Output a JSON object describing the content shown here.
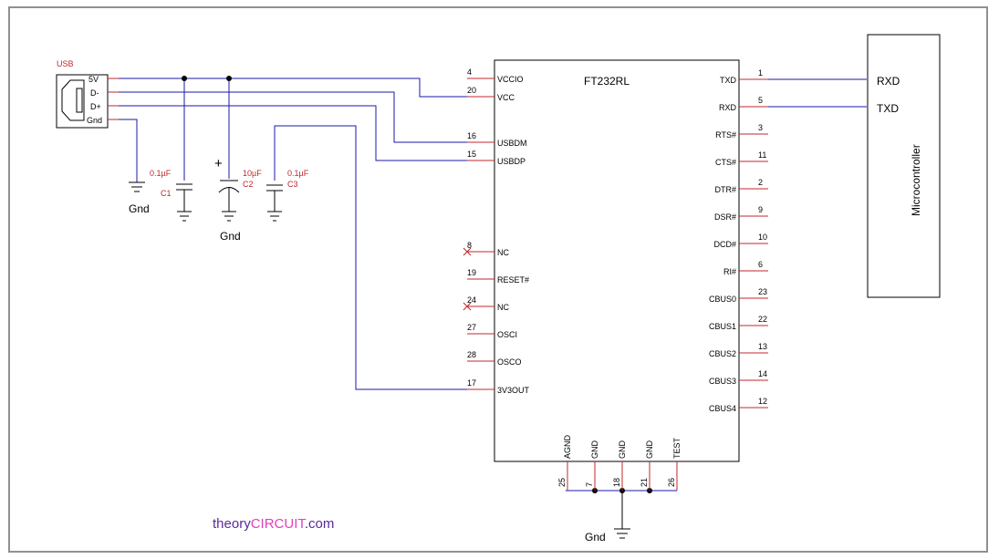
{
  "usb": {
    "title": "USB",
    "pins": [
      "5V",
      "D-",
      "D+",
      "Gnd"
    ]
  },
  "chip": {
    "name": "FT232RL",
    "left_pins": [
      {
        "num": "4",
        "name": "VCCIO"
      },
      {
        "num": "20",
        "name": "VCC"
      },
      {
        "num": "16",
        "name": "USBDM"
      },
      {
        "num": "15",
        "name": "USBDP"
      },
      {
        "num": "8",
        "name": "NC"
      },
      {
        "num": "19",
        "name": "RESET#"
      },
      {
        "num": "24",
        "name": "NC"
      },
      {
        "num": "27",
        "name": "OSCI"
      },
      {
        "num": "28",
        "name": "OSCO"
      },
      {
        "num": "17",
        "name": "3V3OUT"
      }
    ],
    "right_pins": [
      {
        "num": "1",
        "name": "TXD"
      },
      {
        "num": "5",
        "name": "RXD"
      },
      {
        "num": "3",
        "name": "RTS#"
      },
      {
        "num": "11",
        "name": "CTS#"
      },
      {
        "num": "2",
        "name": "DTR#"
      },
      {
        "num": "9",
        "name": "DSR#"
      },
      {
        "num": "10",
        "name": "DCD#"
      },
      {
        "num": "6",
        "name": "RI#"
      },
      {
        "num": "23",
        "name": "CBUS0"
      },
      {
        "num": "22",
        "name": "CBUS1"
      },
      {
        "num": "13",
        "name": "CBUS2"
      },
      {
        "num": "14",
        "name": "CBUS3"
      },
      {
        "num": "12",
        "name": "CBUS4"
      }
    ],
    "bottom_pins": [
      {
        "num": "25",
        "name": "AGND"
      },
      {
        "num": "7",
        "name": "GND"
      },
      {
        "num": "18",
        "name": "GND"
      },
      {
        "num": "21",
        "name": "GND"
      },
      {
        "num": "26",
        "name": "TEST"
      }
    ]
  },
  "capacitors": [
    {
      "ref": "C1",
      "value": "0.1µF"
    },
    {
      "ref": "C2",
      "value": "10µF"
    },
    {
      "ref": "C3",
      "value": "0.1µF"
    }
  ],
  "polarity_mark": "+",
  "grounds": {
    "usb": "Gnd",
    "c2": "Gnd",
    "chip": "Gnd"
  },
  "mcu": {
    "name": "Microcontroller",
    "pins": [
      "RXD",
      "TXD"
    ]
  },
  "watermark": {
    "part1": "theory",
    "part2": "CIRCUIT",
    "part3": ".com",
    "color1": "#5a2a9a",
    "color2": "#e040c0"
  }
}
